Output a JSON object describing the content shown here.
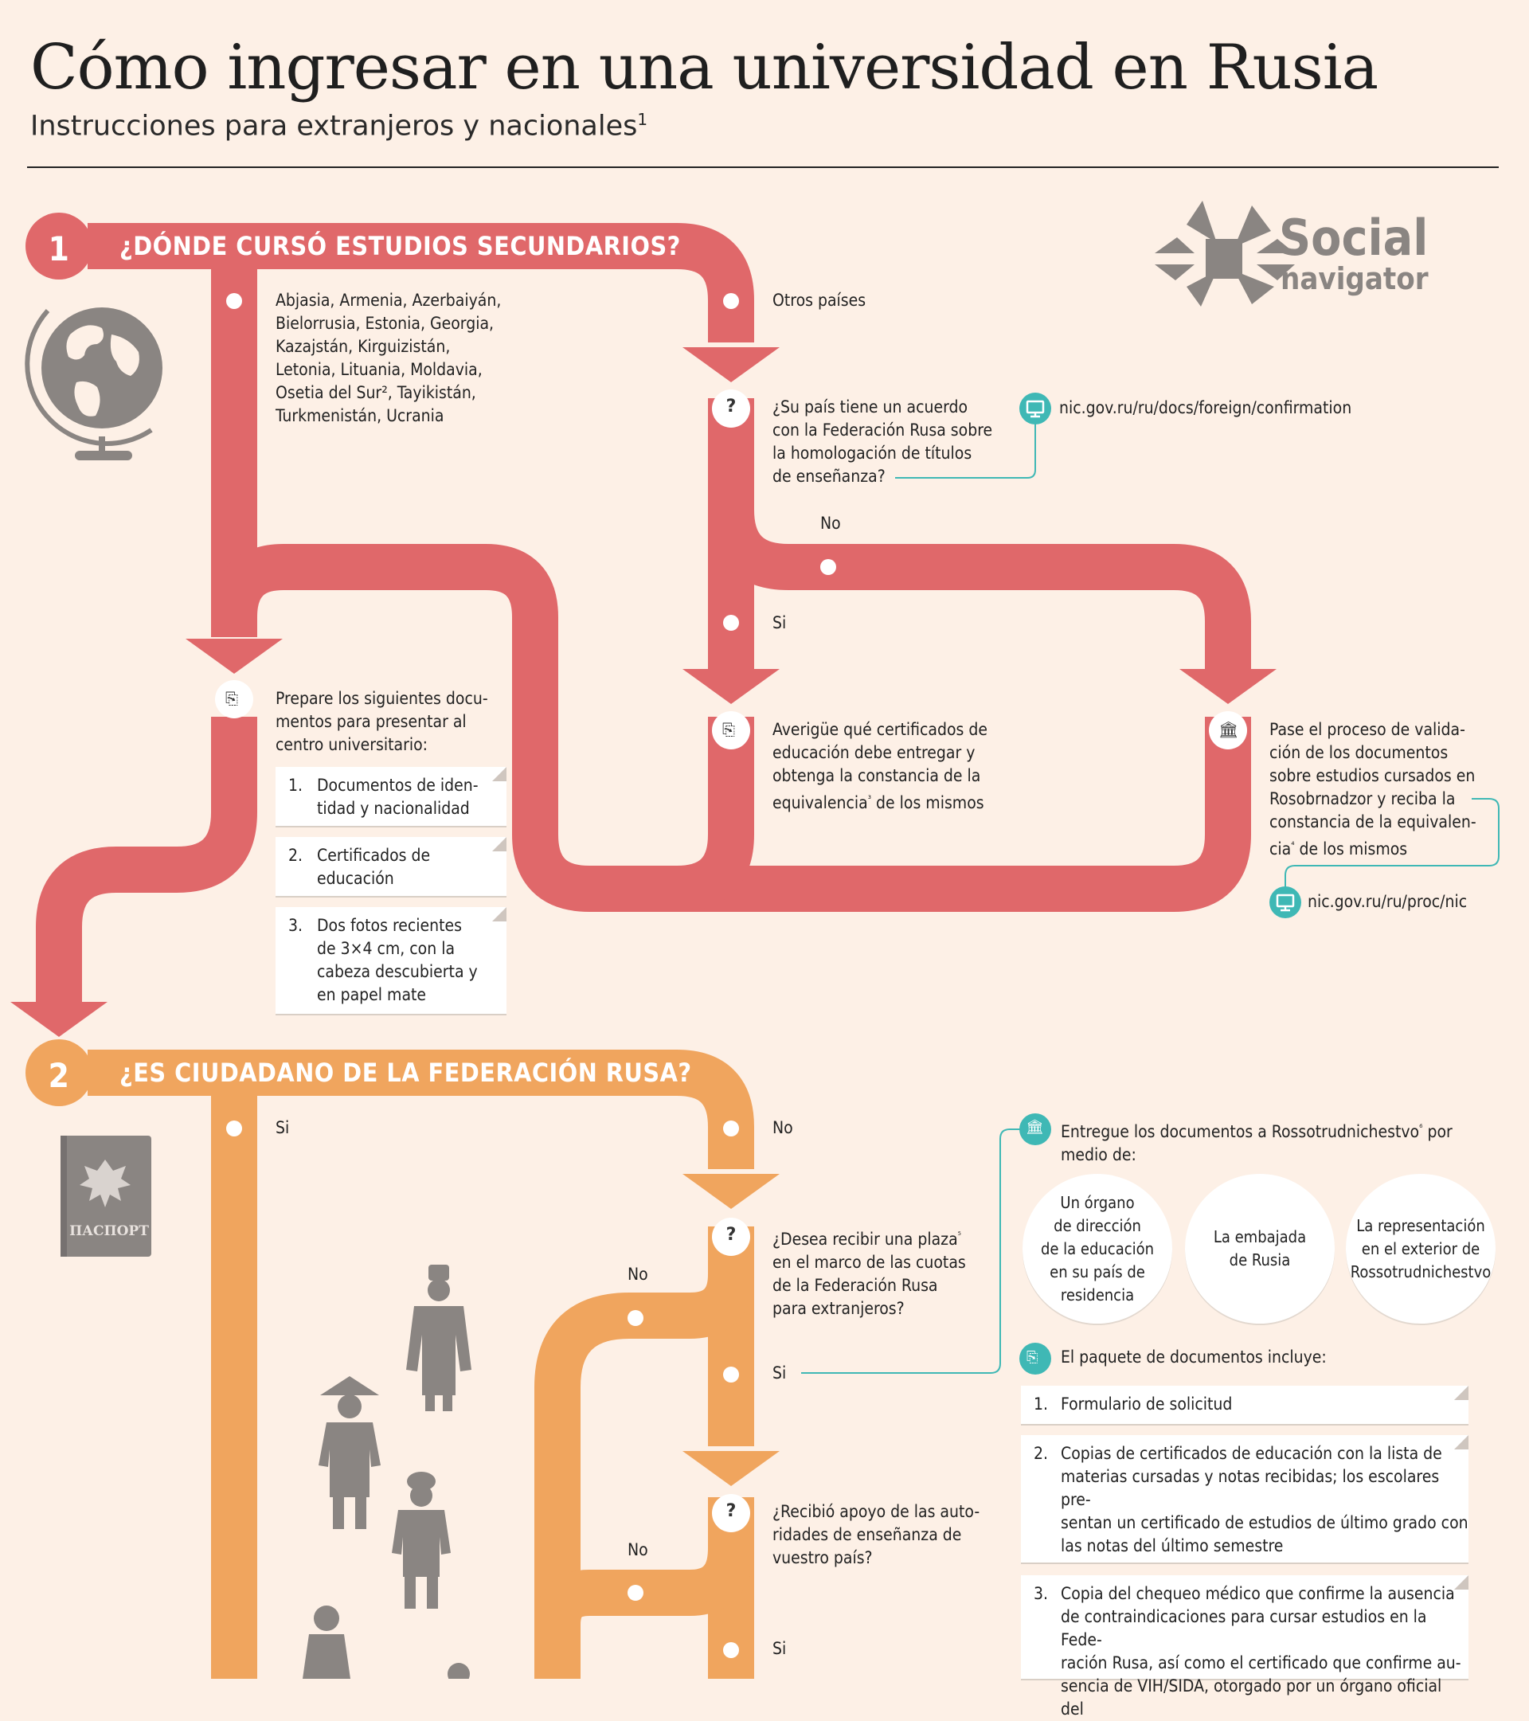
{
  "header": {
    "title": "Cómo ingresar en una universidad en Rusia",
    "subtitle": "Instrucciones para extranjeros y nacionales",
    "subtitle_sup": "1"
  },
  "logo": {
    "line1": "Social",
    "line2": "navigator"
  },
  "colors": {
    "red": "#e0686a",
    "orange": "#f0a55e",
    "teal": "#3fb8b5",
    "bg": "#fdf0e6",
    "gray": "#8a8582"
  },
  "step1": {
    "number": "1",
    "question": "¿DÓNDE CURSÓ ESTUDIOS SECUNDARIOS?",
    "countries": [
      "Abjasia, Armenia, Azerbaiyán,",
      "Bielorrusia, Estonia, Georgia,",
      "Kazajstán, Kirguizistán,",
      "Letonia, Lituania, Moldavia,",
      "Osetia del Sur",
      "², Tayikistán,",
      "Turkmenistán, Ucrania"
    ],
    "other": "Otros países",
    "agreement_q": [
      "¿Su país tiene un acuerdo",
      "con la Federación Rusa sobre",
      "la homologación de títulos",
      "de enseñanza?"
    ],
    "link1": "nic.gov.ru/ru/docs/foreign/confirmation",
    "no": "No",
    "si": "Si",
    "prepare": [
      "Prepare los siguientes docu-",
      "mentos para presentar al",
      "centro universitario:"
    ],
    "docs": [
      {
        "n": "1.",
        "lines": [
          "Documentos de iden-",
          "tidad y nacionalidad"
        ]
      },
      {
        "n": "2.",
        "lines": [
          "Certificados de",
          "educación"
        ]
      },
      {
        "n": "3.",
        "lines": [
          "Dos fotos recientes",
          "de 3×4 cm, con la",
          "cabeza descubierta y",
          "en papel mate"
        ]
      }
    ],
    "averigue": [
      "Averigüe qué certificados de",
      "educación debe entregar y",
      "obtenga la constancia de la",
      "equivalencia",
      "³",
      "  de los mismos"
    ],
    "validacion": [
      "Pase el proceso de valida-",
      "ción de los documentos",
      "sobre estudios cursados en",
      "Rosobrnadzor y reciba la",
      "constancia de la equivalen-",
      "cia",
      "⁴",
      " de los mismos"
    ],
    "link2": "nic.gov.ru/ru/proc/nic"
  },
  "step2": {
    "number": "2",
    "question": "¿ES CIUDADANO DE LA FEDERACIÓN RUSA?",
    "si": "Si",
    "no": "No",
    "passport": "ПАСПОРТ",
    "cuota_q": [
      "¿Desea recibir una plaza",
      "⁵",
      "en el marco de las cuotas",
      "de la Federación Rusa",
      "para extranjeros?"
    ],
    "entregue": [
      "Entregue los documentos a Rossotrudnichestvo",
      "⁶",
      " por",
      "medio de:"
    ],
    "circles": [
      [
        "Un órgano",
        "de dirección",
        "de la educación",
        "en su país de",
        "residencia"
      ],
      [
        "La embajada",
        "de Rusia"
      ],
      [
        "La representación",
        "en el exterior de",
        "Rossotrudnichestvo"
      ]
    ],
    "paquete": "El paquete de documentos incluye:",
    "items": [
      {
        "n": "1.",
        "lines": [
          "Formulario de solicitud"
        ]
      },
      {
        "n": "2.",
        "lines": [
          "Copias de certificados de educación con la lista de",
          "materias cursadas y notas recibidas; los escolares pre-",
          "sentan un certificado de estudios de último grado con",
          "las notas del último semestre"
        ]
      },
      {
        "n": "3.",
        "lines": [
          "Copia del chequeo médico que confirme la ausencia",
          "de contraindicaciones para cursar estudios en la Fede-",
          "ración Rusa, así como el certificado que confirme au-",
          "sencia de VIH/SIDA, otorgado por un órgano oficial del"
        ]
      }
    ],
    "apoyo_q": [
      "¿Recibió apoyo de las auto-",
      "ridades de enseñanza de",
      "vuestro país?"
    ]
  }
}
